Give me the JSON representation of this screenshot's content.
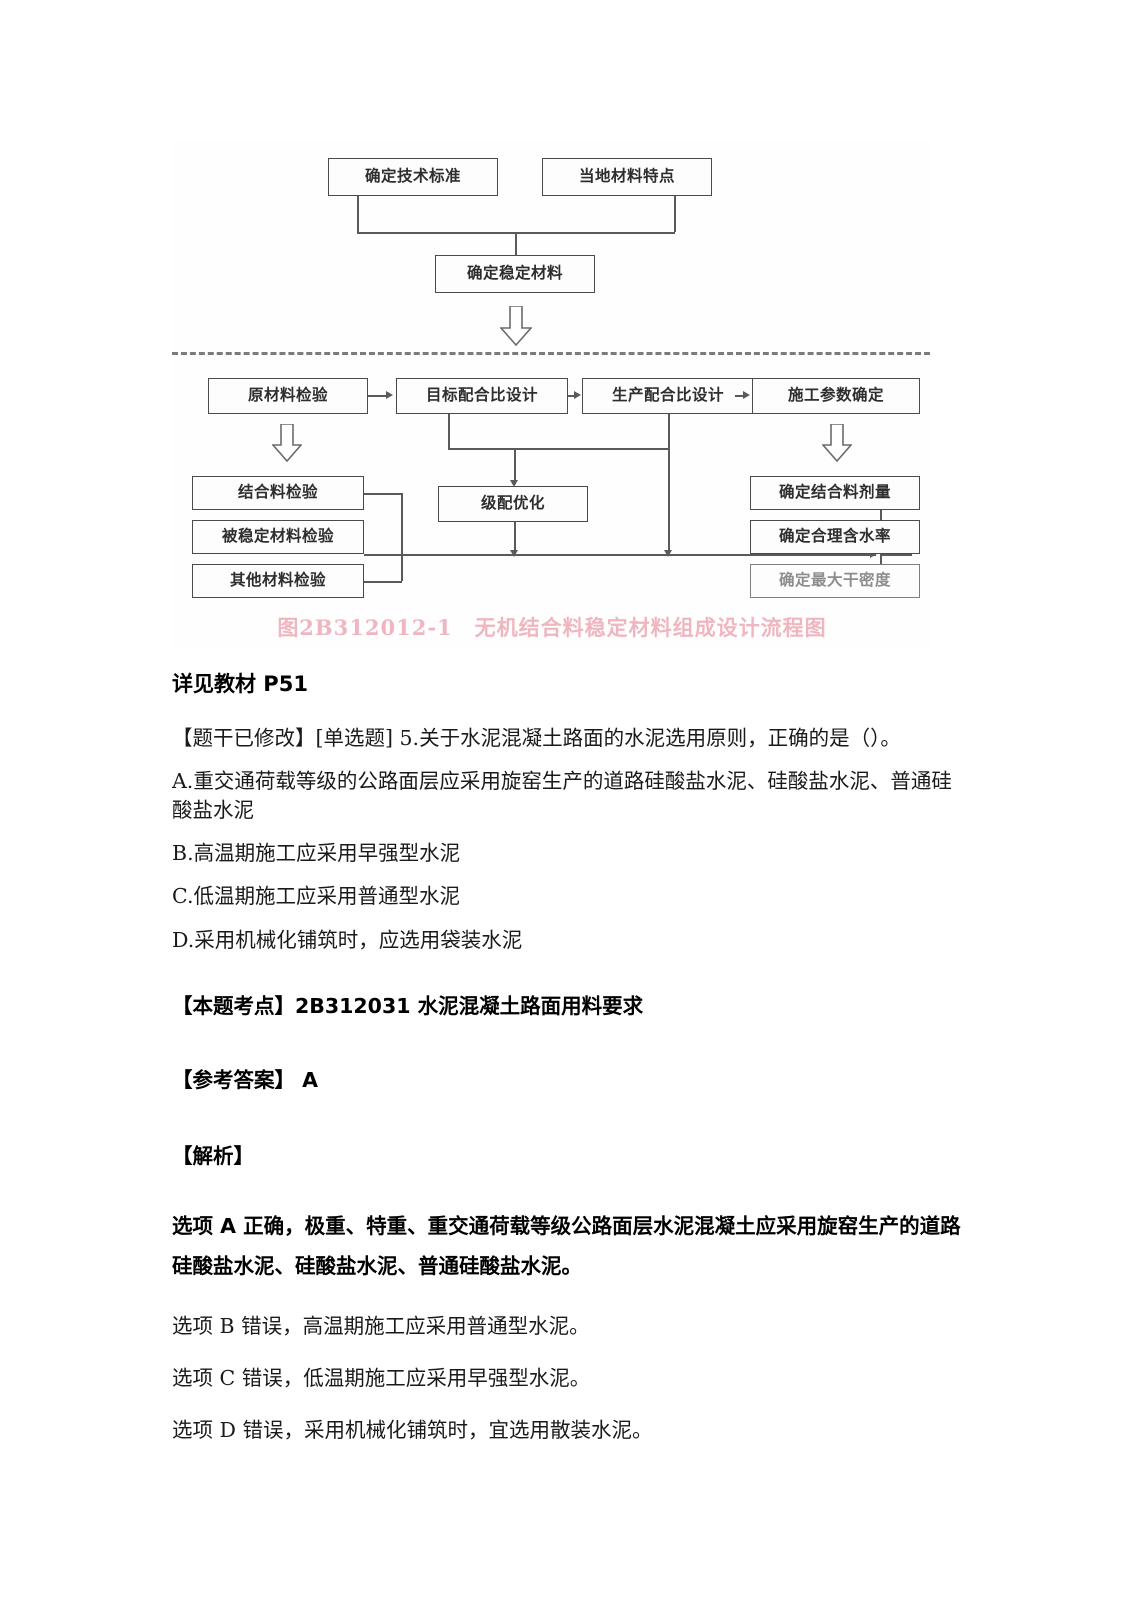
{
  "figure": {
    "caption": "图2B312012-1　无机结合料稳定材料组成设计流程图",
    "caption_color": "#f0b6c0",
    "nodes": {
      "tech_standard": "确定技术标准",
      "local_material": "当地材料特点",
      "stable_material": "确定稳定材料",
      "raw_inspection": "原材料检验",
      "target_mix": "目标配合比设计",
      "production_mix": "生产配合比设计",
      "construction_param": "施工参数确定",
      "binder_inspection": "结合料检验",
      "stabilized_inspection": "被稳定材料检验",
      "other_inspection": "其他材料检验",
      "grading_optimize": "级配优化",
      "binder_dosage": "确定结合料剂量",
      "water_content": "确定合理含水率",
      "max_dry_density": "确定最大干密度"
    }
  },
  "content": {
    "reference": "详见教材 P51",
    "question_stem": "【题干已修改】[单选题] 5.关于水泥混凝土路面的水泥选用原则，正确的是（）。",
    "options": [
      "A.重交通荷载等级的公路面层应采用旋窑生产的道路硅酸盐水泥、硅酸盐水泥、普通硅酸盐水泥",
      "B.高温期施工应采用早强型水泥",
      "C.低温期施工应采用普通型水泥",
      "D.采用机械化铺筑时，应选用袋装水泥"
    ],
    "key_point": "【本题考点】2B312031 水泥混凝土路面用料要求",
    "answer": "【参考答案】 A",
    "analysis_heading": "【解析】",
    "analysis_main": "选项 A 正确，极重、特重、重交通荷载等级公路面层水泥混凝土应采用旋窑生产的道路硅酸盐水泥、硅酸盐水泥、普通硅酸盐水泥。",
    "analysis_others": [
      "选项 B 错误，高温期施工应采用普通型水泥。",
      "选项 C 错误，低温期施工应采用早强型水泥。",
      "选项 D 错误，采用机械化铺筑时，宜选用散装水泥。"
    ]
  }
}
